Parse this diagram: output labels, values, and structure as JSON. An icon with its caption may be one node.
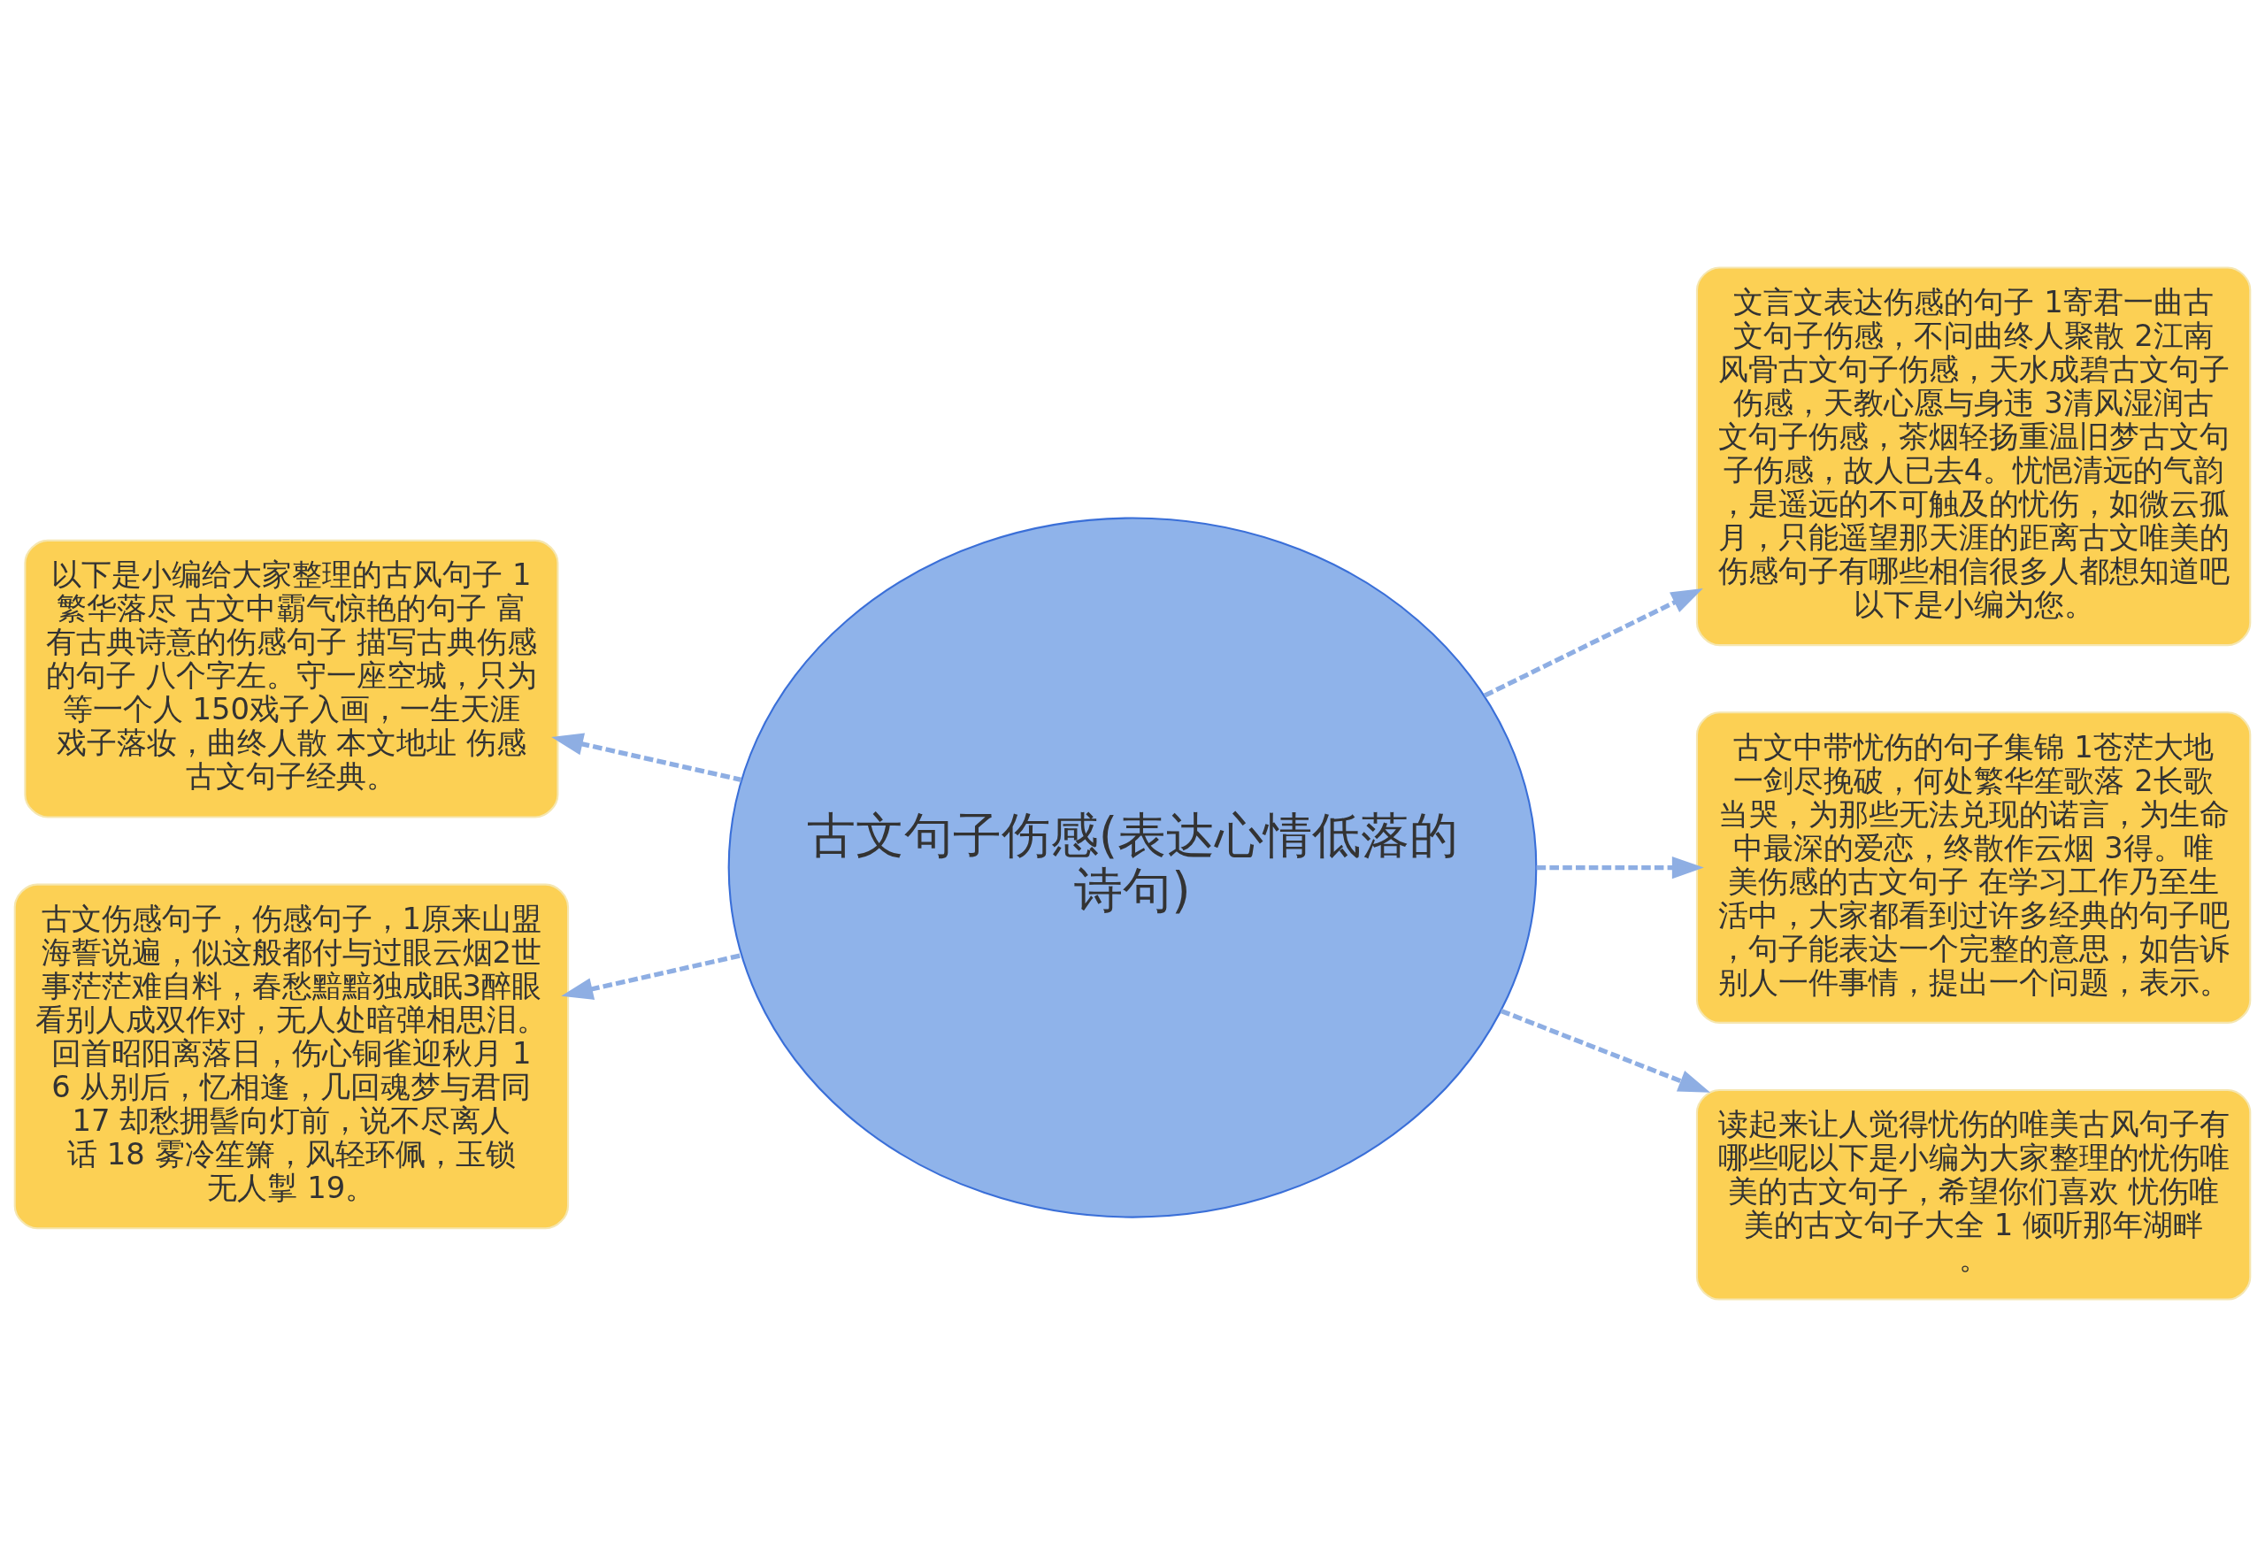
{
  "diagram": {
    "nodes": [
      {
        "text": [
          "古文句子伤感(表达心情低落的诗句)"
        ]
      },
      {
        "text": [
          "以下是小编给大家整理的古风句子 1繁华落尽 古文中霸气惊艳的句子 富有古典诗意的伤感句子 描写古典伤感的句子 八个字左。守一座空城，只为等一个人 150戏子入画，一生天涯戏子落妆，曲终人散 本文地址 伤感古文句子经典。"
        ]
      },
      {
        "text": [
          "古文伤感句子，伤感句子，1原来山盟海誓说遍，似这般都付与过眼云烟2世事茫茫难自料，春愁黯黯独成眠3醉眼看别人成双作对，无人处暗弹相思泪。回首昭阳离落日，伤心铜雀迎秋月 16 从别后，忆相逢，几回魂梦与君同 17 却愁拥髻向灯前，说不尽离人话 18 雾冷笙箫，风轻环佩，玉锁无人掣 19。"
        ]
      },
      {
        "text": [
          "文言文表达伤感的句子 1寄君一曲古文句子伤感，不问曲终人聚散 2江南风骨古文句子伤感，天水成碧古文句子伤感，天教心愿与身违 3清风湿润古文句子伤感，茶烟轻扬重温旧梦古文句子伤感，故人已去4。忧悒清远的气韵，是遥远的不可触及的忧伤，如微云孤月，只能遥望那天涯的距离古文唯美的伤感句子有哪些相信很多人都想知道吧以下是小编为您。"
        ]
      },
      {
        "text": [
          "古文中带忧伤的句子集锦 1苍茫大地一剑尽挽破，何处繁华笙歌落 2长歌当哭，为那些无法兑现的诺言，为生命中最深的爱恋，终散作云烟 3得。唯美伤感的古文句子 在学习工作乃至生活中，大家都看到过许多经典的句子吧，句子能表达一个完整的意思，如告诉别人一件事情，提出一个问题，表示。"
        ]
      },
      {
        "text": [
          "读起来让人觉得忧伤的唯美古风句子有哪些呢以下是小编为大家整理的忧伤唯美的古文句子，希望你们喜欢 忧伤唯美的古文句子大全 1 倾听那年湖畔。"
        ]
      }
    ],
    "edges": [
      {
        "from": 0,
        "to": 1,
        "arrow": "to",
        "style": "dashed"
      },
      {
        "from": 0,
        "to": 2,
        "arrow": "to",
        "style": "dashed"
      },
      {
        "from": 0,
        "to": 3,
        "arrow": "to",
        "style": "dashed"
      },
      {
        "from": 0,
        "to": 4,
        "arrow": "to",
        "style": "dashed"
      },
      {
        "from": 0,
        "to": 5,
        "arrow": "to",
        "style": "dashed"
      }
    ]
  }
}
